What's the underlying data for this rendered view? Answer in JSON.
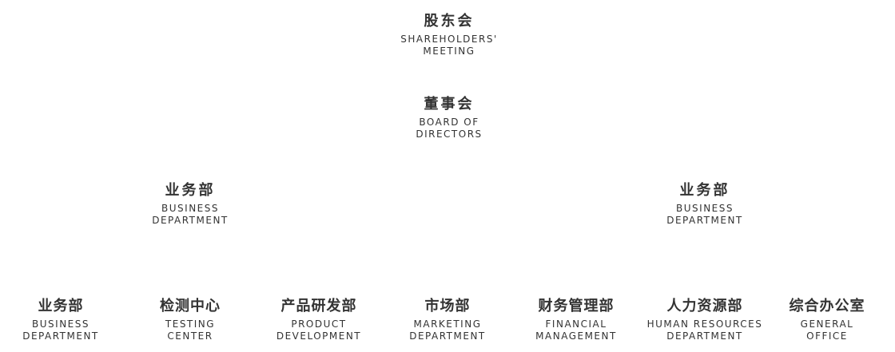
{
  "nodes": {
    "shareholders": {
      "zh": "股东会",
      "en1": "SHAREHOLDERS'",
      "en2": "MEETING"
    },
    "board": {
      "zh": "董事会",
      "en1": "BOARD OF",
      "en2": "DIRECTORS"
    },
    "business_left": {
      "zh": "业务部",
      "en1": "BUSINESS",
      "en2": "DEPARTMENT"
    },
    "business_right": {
      "zh": "业务部",
      "en1": "BUSINESS",
      "en2": "DEPARTMENT"
    },
    "departments": [
      {
        "zh": "业务部",
        "en1": "BUSINESS",
        "en2": "DEPARTMENT"
      },
      {
        "zh": "检测中心",
        "en1": "TESTING",
        "en2": "CENTER"
      },
      {
        "zh": "产品研发部",
        "en1": "PRODUCT",
        "en2": "DEVELOPMENT"
      },
      {
        "zh": "市场部",
        "en1": "MARKETING",
        "en2": "DEPARTMENT"
      },
      {
        "zh": "财务管理部",
        "en1": "FINANCIAL",
        "en2": "MANAGEMENT"
      },
      {
        "zh": "人力资源部",
        "en1": "HUMAN RESOURCES",
        "en2": "DEPARTMENT"
      },
      {
        "zh": "综合办公室",
        "en1": "GENERAL",
        "en2": "OFFICE"
      }
    ]
  }
}
